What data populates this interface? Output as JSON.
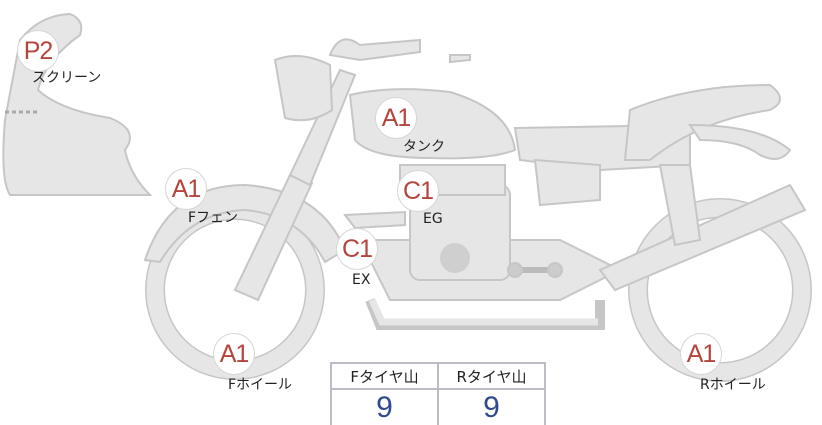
{
  "parts": [
    {
      "grade": "P2",
      "label": "スクリーン"
    },
    {
      "grade": "A1",
      "label": "タンク"
    },
    {
      "grade": "A1",
      "label": "Fフェン"
    },
    {
      "grade": "C1",
      "label": "EG"
    },
    {
      "grade": "C1",
      "label": "EX"
    },
    {
      "grade": "A1",
      "label": "Fホイール"
    },
    {
      "grade": "A1",
      "label": "Rホイール"
    }
  ],
  "tire_table": {
    "headers": [
      "Fタイヤ山",
      "Rタイヤ山"
    ],
    "values": [
      "9",
      "9"
    ]
  },
  "colors": {
    "grade": "#b5443c",
    "value": "#2f4a8f",
    "part_fill": "#e6e6e6",
    "part_stroke": "#c6c6c6"
  }
}
